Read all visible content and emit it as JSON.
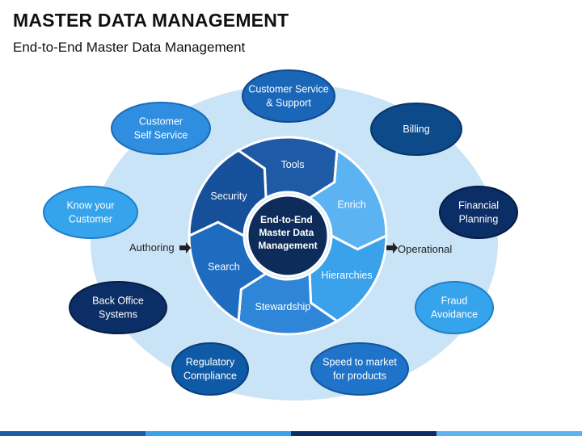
{
  "header": {
    "title": "MASTER DATA MANAGEMENT",
    "subtitle": "End-to-End Master Data Management"
  },
  "center": {
    "lines": [
      "End-to-End",
      "Master Data",
      "Management"
    ]
  },
  "cycle": [
    {
      "label": "Tools",
      "color": "#1f5aa6"
    },
    {
      "label": "Enrich",
      "color": "#5cb3f2"
    },
    {
      "label": "Hierarchies",
      "color": "#3aa1eb"
    },
    {
      "label": "Stewardship",
      "color": "#2f86d8"
    },
    {
      "label": "Search",
      "color": "#1e6cc0"
    },
    {
      "label": "Security",
      "color": "#16509a"
    }
  ],
  "side_labels": {
    "left": "Authoring",
    "right": "Operational"
  },
  "outer_nodes": [
    {
      "lines": [
        "Customer Service",
        "& Support"
      ],
      "fill": "#1a66b8",
      "stroke": "#0f4a8a"
    },
    {
      "lines": [
        "Billing"
      ],
      "fill": "#0c4a8a",
      "stroke": "#083564"
    },
    {
      "lines": [
        "Financial",
        "Planning"
      ],
      "fill": "#0c2e66",
      "stroke": "#061d45"
    },
    {
      "lines": [
        "Fraud",
        "Avoidance"
      ],
      "fill": "#35a4ec",
      "stroke": "#1f7fc8"
    },
    {
      "lines": [
        "Speed to market",
        "for products"
      ],
      "fill": "#1f74c9",
      "stroke": "#13559a"
    },
    {
      "lines": [
        "Regulatory",
        "Compliance"
      ],
      "fill": "#0f5aa6",
      "stroke": "#0a3f78"
    },
    {
      "lines": [
        "Back Office",
        "Systems"
      ],
      "fill": "#0c2e66",
      "stroke": "#061d45"
    },
    {
      "lines": [
        "Know your",
        "Customer"
      ],
      "fill": "#35a4ec",
      "stroke": "#1f7fc8"
    },
    {
      "lines": [
        "Customer",
        "Self Service"
      ],
      "fill": "#2f8ee0",
      "stroke": "#1a6cb8"
    }
  ],
  "colors": {
    "background_ellipse": "#c9e3f7",
    "center_fill": "#0e2c5a",
    "footer": [
      "#1f5aa6",
      "#3aa1eb",
      "#0c2e66",
      "#5cb3f2"
    ]
  }
}
